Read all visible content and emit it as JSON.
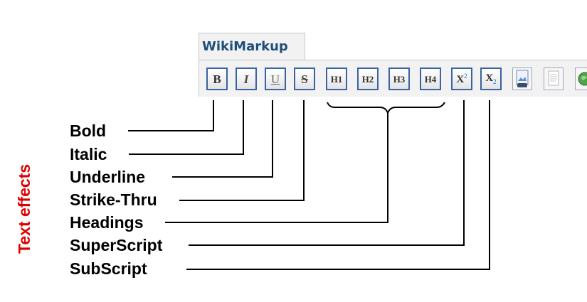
{
  "window": {
    "tab_title": "WikiMarkup"
  },
  "toolbar": {
    "buttons": [
      {
        "name": "bold",
        "glyph": "B"
      },
      {
        "name": "italic",
        "glyph": "I"
      },
      {
        "name": "underline",
        "glyph": "U"
      },
      {
        "name": "strikethrough",
        "glyph": "S"
      },
      {
        "name": "heading-1",
        "glyph": "H1"
      },
      {
        "name": "heading-2",
        "glyph": "H2"
      },
      {
        "name": "heading-3",
        "glyph": "H3"
      },
      {
        "name": "heading-4",
        "glyph": "H4"
      },
      {
        "name": "superscript",
        "glyph": "X",
        "mark": "2"
      },
      {
        "name": "subscript",
        "glyph": "X",
        "mark": "2"
      }
    ],
    "icons": [
      "image-icon",
      "document-icon",
      "globe-icon"
    ]
  },
  "callouts": {
    "group_label": "Text effects",
    "items": [
      "Bold",
      "Italic",
      "Underline",
      "Strike-Thru",
      "Headings",
      "SuperScript",
      "SubScript"
    ]
  },
  "colors": {
    "group_label": "#e00000",
    "tab_title": "#1f4e79",
    "button_border": "#3a63a3",
    "leader_lines": "#000000"
  }
}
